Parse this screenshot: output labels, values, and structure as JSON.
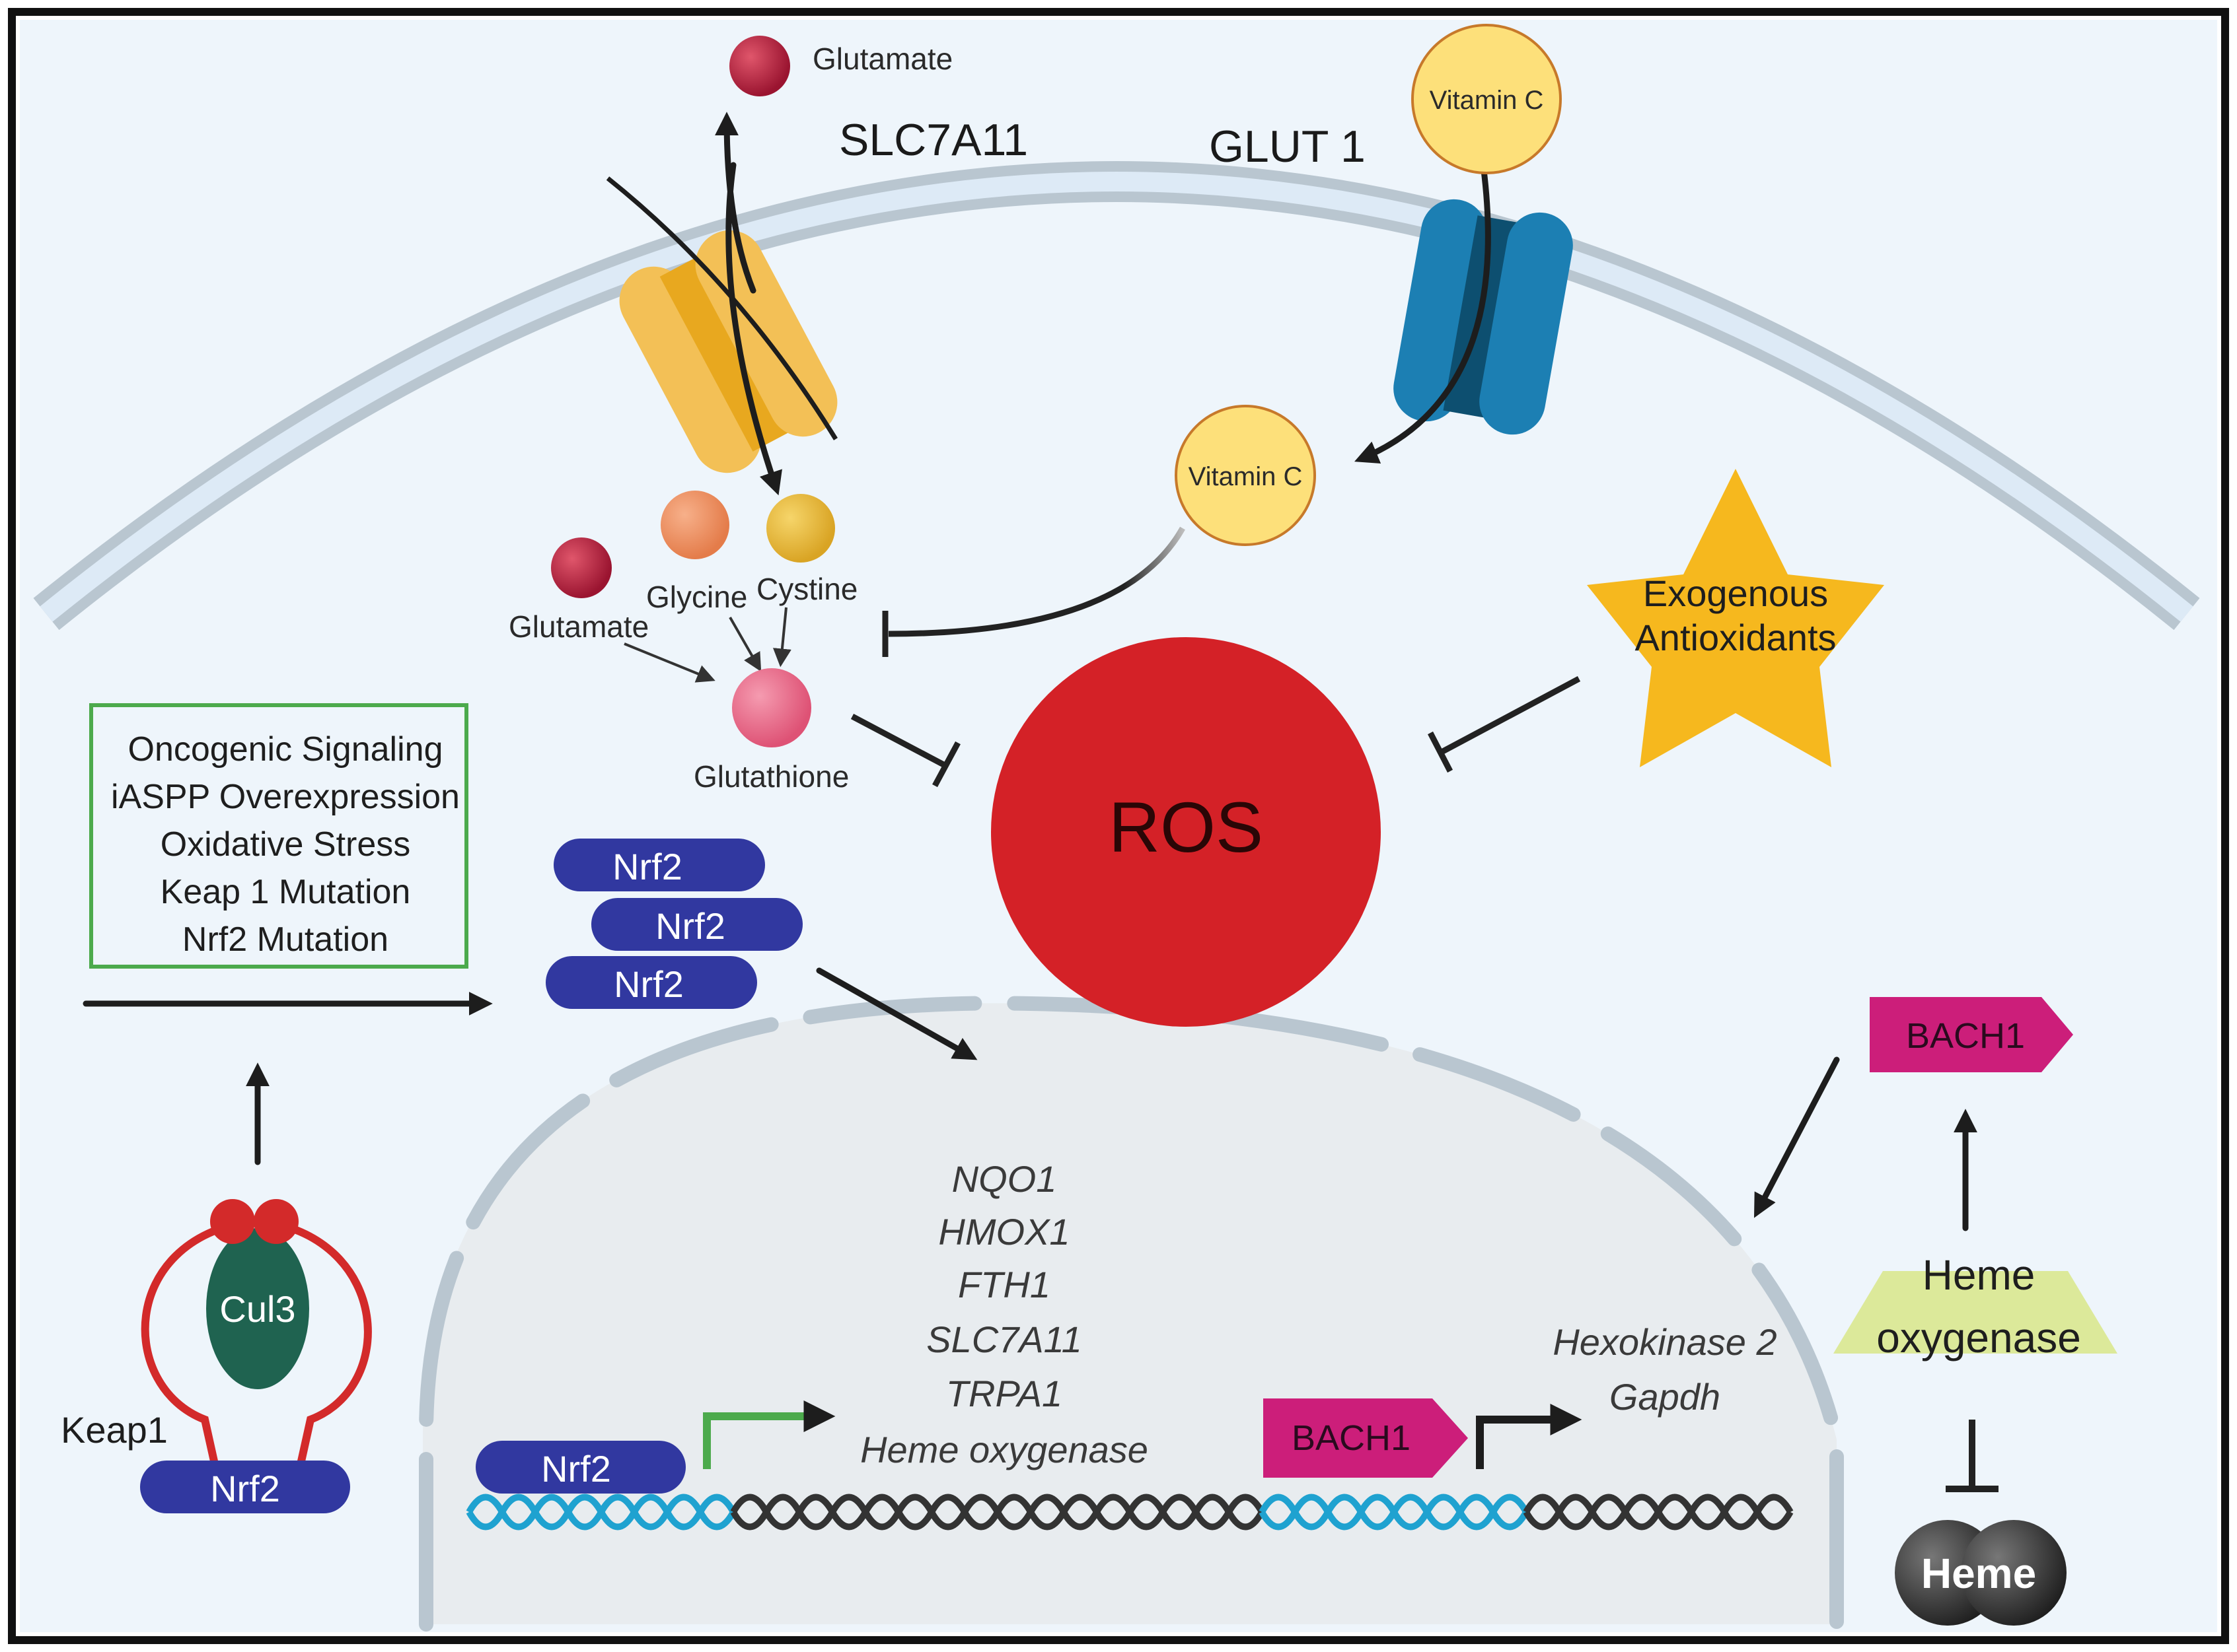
{
  "transporters": {
    "slc7a11": "SLC7A11",
    "glut1": "GLUT 1"
  },
  "metabolites": {
    "glutamate_out": "Glutamate",
    "vitamin_c_out": "Vitamin C",
    "vitamin_c_in": "Vitamin C",
    "glutamate_in": "Glutamate",
    "glycine": "Glycine",
    "cystine": "Cystine",
    "glutathione": "Glutathione"
  },
  "ros": "ROS",
  "exogenous": [
    "Exogenous",
    "Antioxidants"
  ],
  "triggers_box": [
    "Oncogenic Signaling",
    "iASPP Overexpression",
    "Oxidative Stress",
    "Keap 1 Mutation",
    "Nrf2 Mutation"
  ],
  "nrf2_stack": [
    "Nrf2",
    "Nrf2",
    "Nrf2"
  ],
  "keap1_complex": {
    "cul3": "Cul3",
    "keap1": "Keap1",
    "nrf2": "Nrf2"
  },
  "nucleus": {
    "target_genes": [
      "NQO1",
      "HMOX1",
      "FTH1",
      "SLC7A11",
      "TRPA1",
      "Heme oxygenase"
    ],
    "bach1_targets": [
      "Hexokinase 2",
      "Gapdh"
    ],
    "nrf2": "Nrf2",
    "bach1": "BACH1"
  },
  "bach1_outside": "BACH1",
  "heme_oxygenase": [
    "Heme",
    "oxygenase"
  ],
  "heme": "Heme",
  "colors": {
    "cytoplasm": "#eef5fb",
    "membrane": "#b9c6d0",
    "ros": "#d42127",
    "nrf2": "#3138a0",
    "bach1": "#cc1e7a",
    "cul3": "#1f6350",
    "keap1": "#d32a2a",
    "slc7a11": "#f3c056",
    "glut1": "#1c7fb3",
    "star": "#f6b81e",
    "heme_oxygenase": "#dce99a",
    "vitamin_c": "#fde07a",
    "box_border": "#4caa4c"
  }
}
